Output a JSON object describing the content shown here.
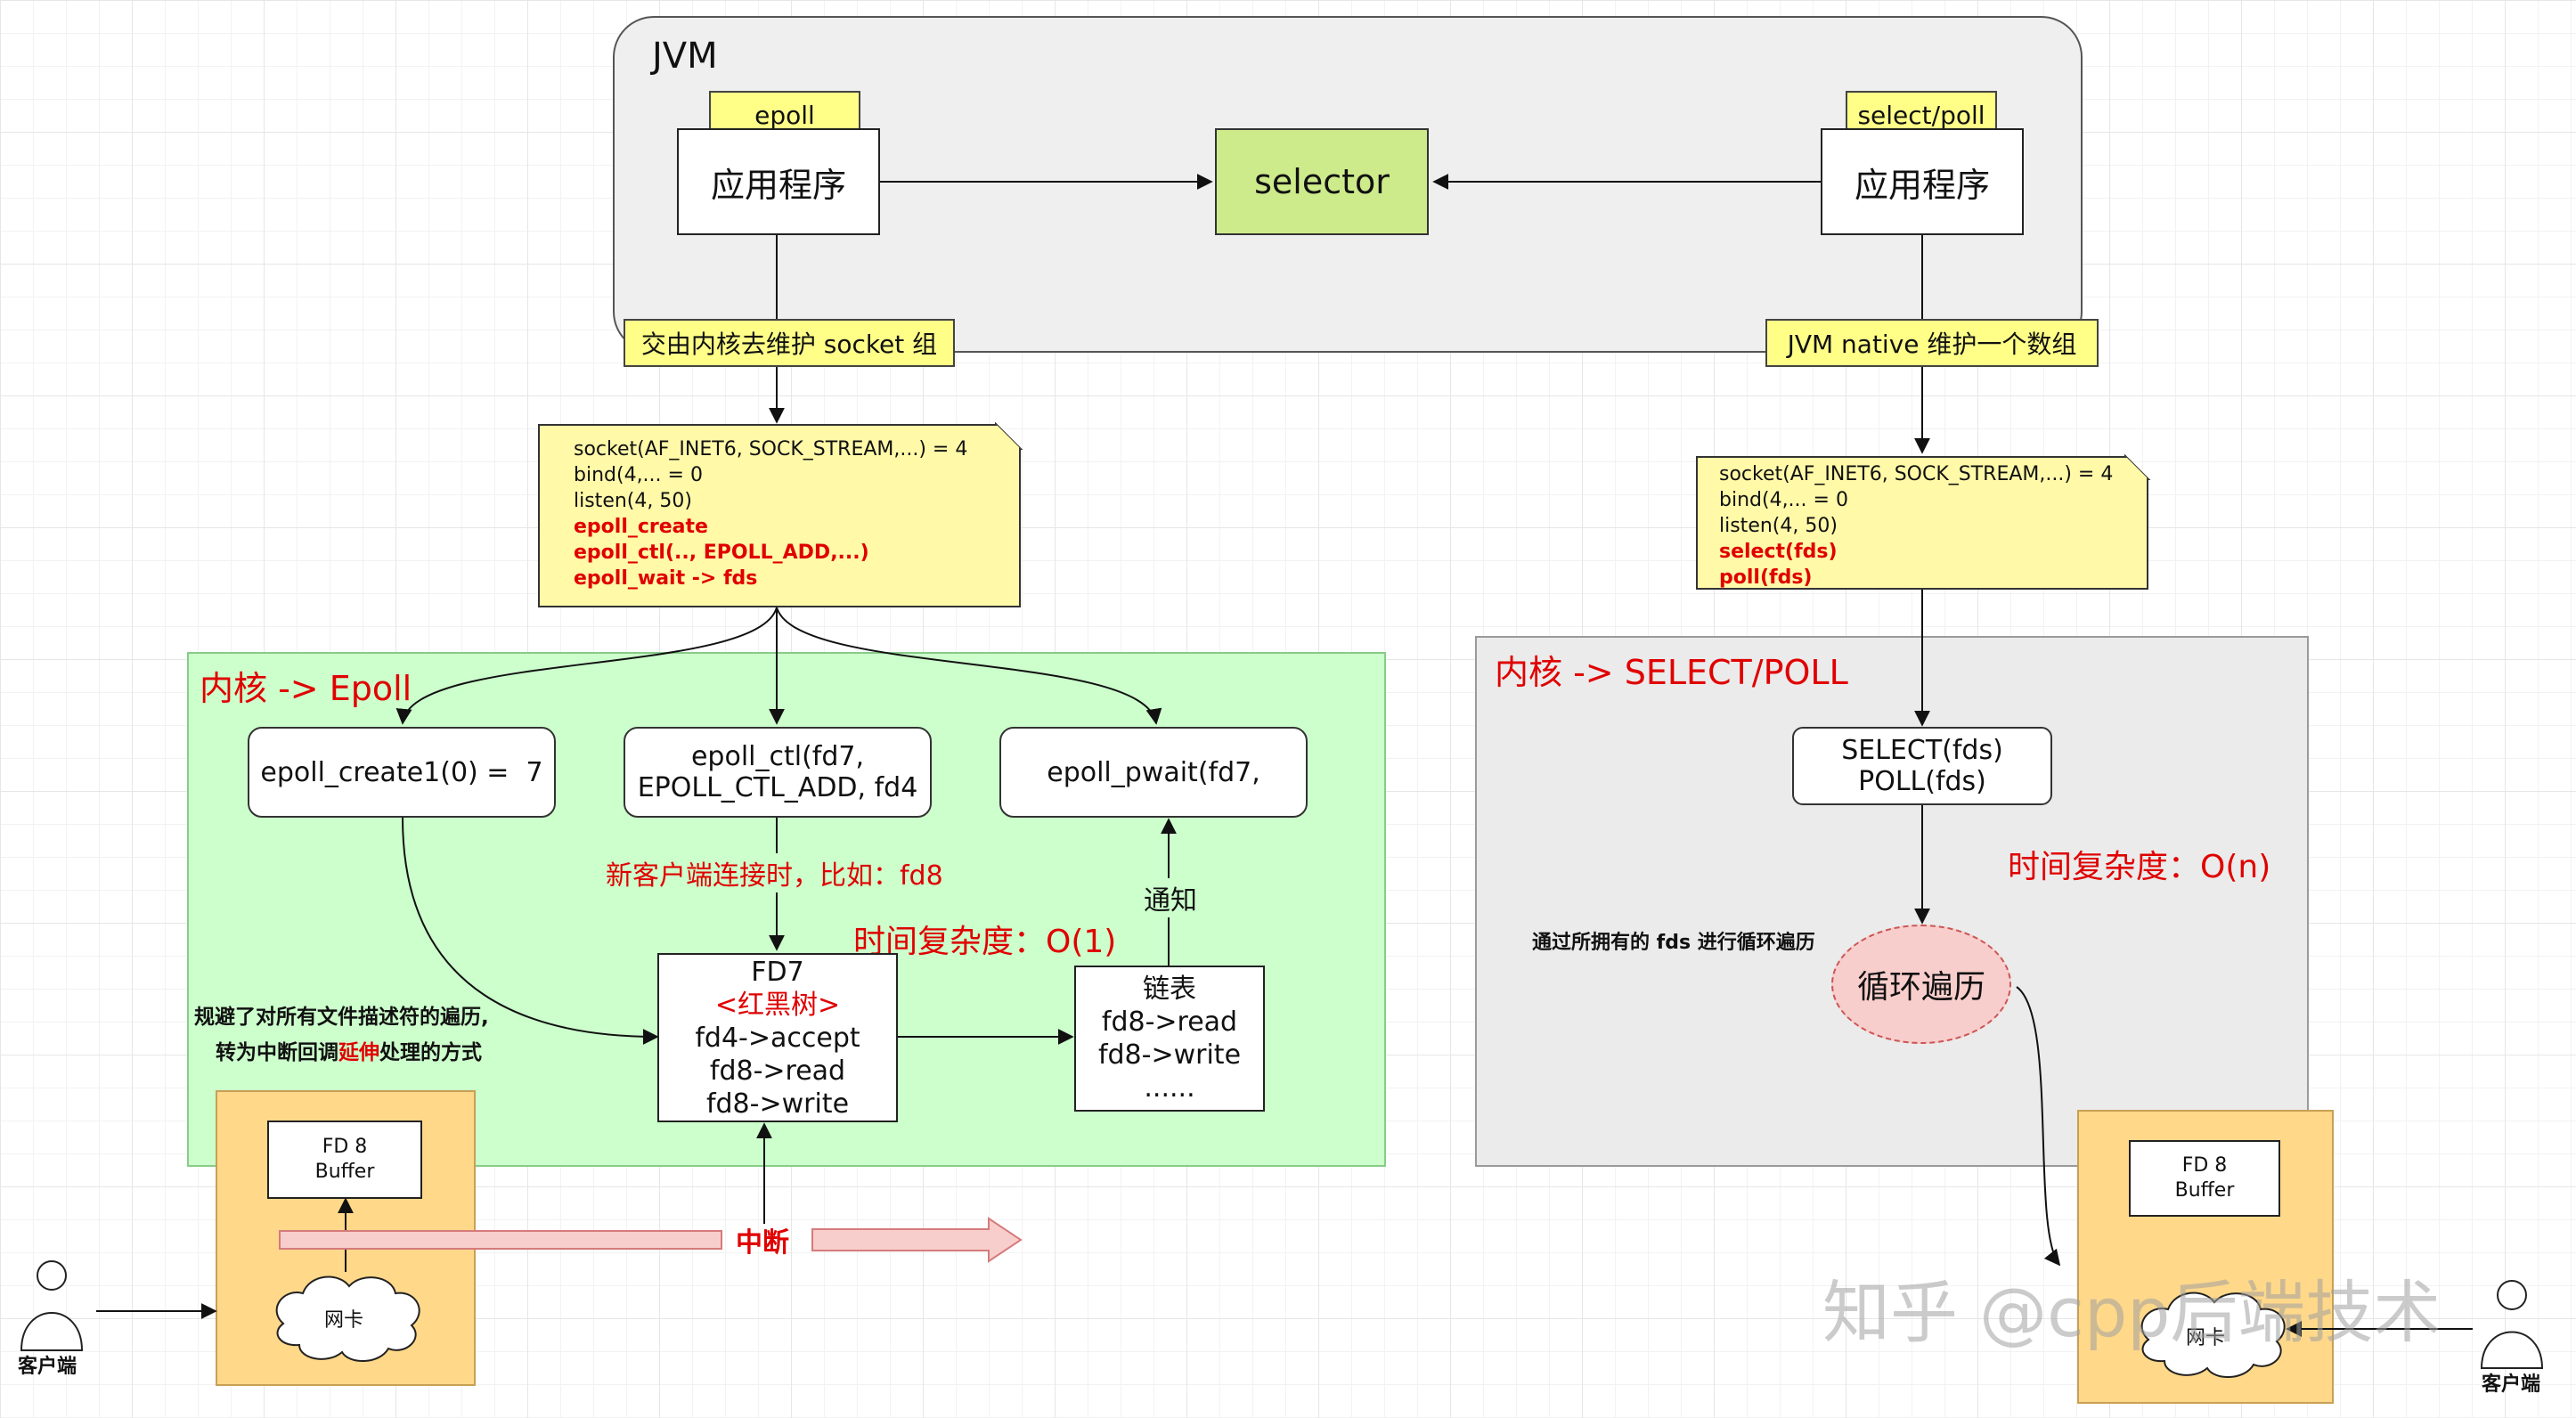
{
  "jvm": {
    "title": "JVM"
  },
  "left_app": {
    "tag": "epoll",
    "label": "应用程序"
  },
  "right_app": {
    "tag": "select/poll",
    "label": "应用程序"
  },
  "selector": {
    "label": "selector"
  },
  "left_bridge": {
    "label": "交由内核去维护 socket 组"
  },
  "right_bridge": {
    "label": "JVM native 维护一个数组"
  },
  "left_note": {
    "lines": [
      "socket(AF_INET6, SOCK_STREAM,...) = 4",
      "bind(4,... = 0",
      "listen(4, 50)"
    ],
    "red_lines": [
      "epoll_create",
      "epoll_ctl(.., EPOLL_ADD,...)",
      "epoll_wait -> fds"
    ]
  },
  "right_note": {
    "lines": [
      "socket(AF_INET6, SOCK_STREAM,...) = 4",
      "bind(4,... = 0",
      "listen(4, 50)"
    ],
    "red_lines": [
      "select(fds)",
      "poll(fds)"
    ]
  },
  "epoll_region": {
    "title": "内核 -> Epoll",
    "create_box": "epoll_create1(0) =  7",
    "ctl_box": [
      "epoll_ctl(fd7,",
      "EPOLL_CTL_ADD, fd4"
    ],
    "pwait_box": "epoll_pwait(fd7,",
    "new_client_label": "新客户端连接时，比如：fd8",
    "complexity": "时间复杂度：O(1)",
    "notify_label": "通知",
    "fd7_box": {
      "title": "FD7",
      "subtitle": "<红黑树>",
      "lines": [
        "fd4->accept",
        "fd8->read",
        "fd8->write"
      ]
    },
    "list_box": {
      "title": "链表",
      "lines": [
        "fd8->read",
        "fd8->write",
        "......"
      ]
    },
    "side_note_line1": "规避了对所有文件描述符的遍历,",
    "side_note_pre": "转为中断回调",
    "side_note_red": "延伸",
    "side_note_post": "处理的方式"
  },
  "select_region": {
    "title": "内核 -> SELECT/POLL",
    "select_box": [
      "SELECT(fds)",
      "POLL(fds)"
    ],
    "complexity": "时间复杂度：O(n)",
    "iterate_note": "通过所拥有的 fds 进行循环遍历",
    "loop_label": "循环遍历"
  },
  "left_hw": {
    "buffer": [
      "FD 8",
      "Buffer"
    ],
    "nic": "网卡",
    "client": "客户端"
  },
  "right_hw": {
    "buffer": [
      "FD 8",
      "Buffer"
    ],
    "nic": "网卡",
    "client": "客户端"
  },
  "interrupt": {
    "label": "中断"
  },
  "watermark": "知乎 @cpp后端技术",
  "colors": {
    "green_region": "#ccffcc",
    "gray_region": "#ebebeb",
    "yellow": "#ffff88",
    "note_yellow": "#fff9a8",
    "selector_green": "#cdeb8b",
    "hw_orange": "#ffd88a",
    "pink": "#f8cecc",
    "red_text": "#e00000"
  }
}
